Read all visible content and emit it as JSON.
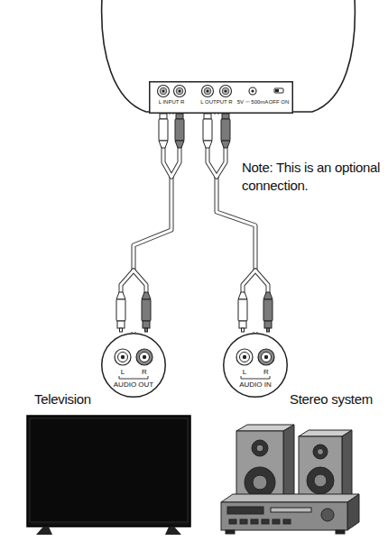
{
  "diagram": {
    "nodes": [
      {
        "text": [
          "L INPUT R",
          "L OUTPUT R",
          "5V ⎓ 500mA",
          "OFF ON"
        ]
      },
      {
        "text": [
          "L",
          "R",
          "AUDIO OUT"
        ]
      },
      {
        "text": [
          "L",
          "R",
          "AUDIO IN"
        ]
      }
    ],
    "edges": [
      {
        "from": 1,
        "to": 0,
        "arrow": "none"
      },
      {
        "from": 0,
        "to": 2,
        "arrow": "none"
      }
    ],
    "labels": [
      "Note: This is an optional connection.",
      "Television",
      "Stereo system"
    ]
  }
}
